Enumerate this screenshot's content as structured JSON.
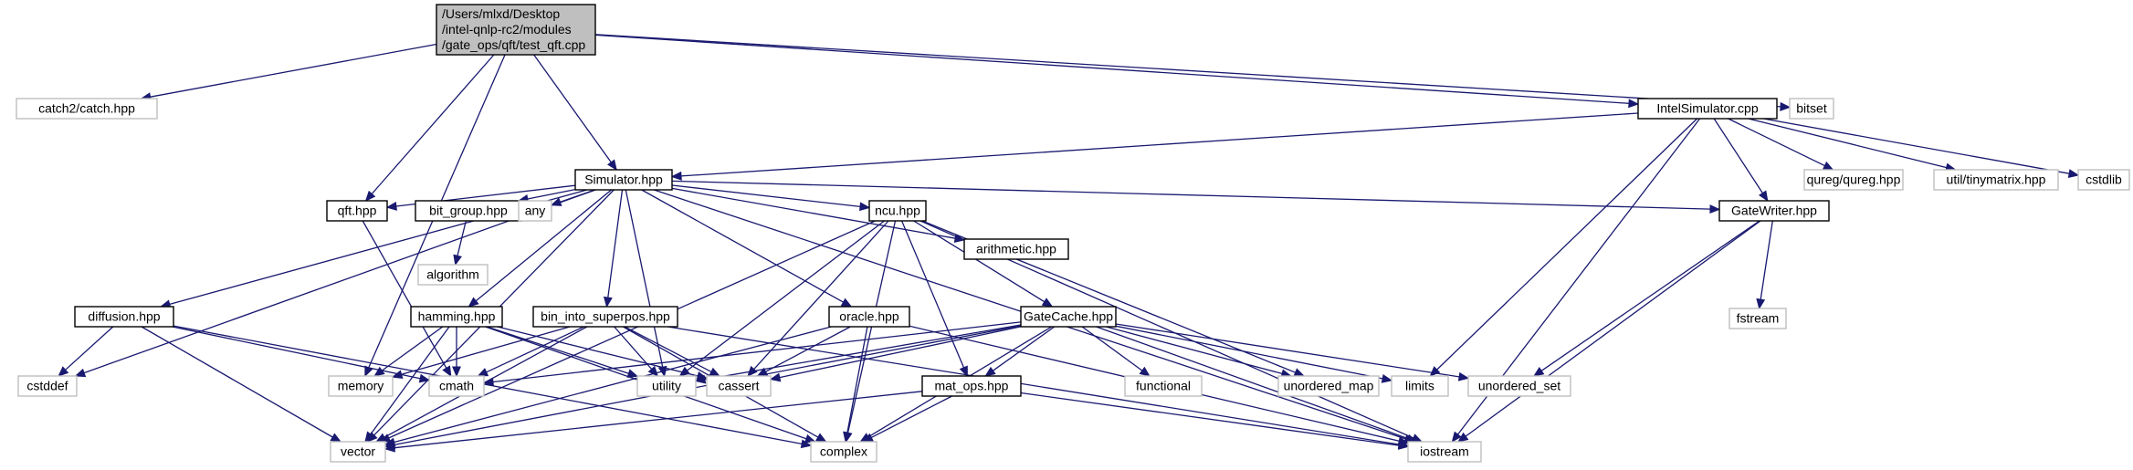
{
  "diagram": {
    "nodes": [
      {
        "id": "root",
        "lines": [
          "/Users/mlxd/Desktop",
          "/intel-qnlp-rc2/modules",
          "/gate_ops/qft/test_qft.cpp"
        ],
        "kind": "root"
      },
      {
        "id": "catch",
        "lines": [
          "catch2/catch.hpp"
        ],
        "kind": "system"
      },
      {
        "id": "bitset",
        "lines": [
          "bitset"
        ],
        "kind": "system"
      },
      {
        "id": "intelsim",
        "lines": [
          "IntelSimulator.cpp"
        ],
        "kind": "local"
      },
      {
        "id": "simulator",
        "lines": [
          "Simulator.hpp"
        ],
        "kind": "local"
      },
      {
        "id": "qureg",
        "lines": [
          "qureg/qureg.hpp"
        ],
        "kind": "system"
      },
      {
        "id": "tinymatrix",
        "lines": [
          "util/tinymatrix.hpp"
        ],
        "kind": "system"
      },
      {
        "id": "cstdlib",
        "lines": [
          "cstdlib"
        ],
        "kind": "system"
      },
      {
        "id": "qft",
        "lines": [
          "qft.hpp"
        ],
        "kind": "local"
      },
      {
        "id": "bitgroup",
        "lines": [
          "bit_group.hpp"
        ],
        "kind": "local"
      },
      {
        "id": "any",
        "lines": [
          "any"
        ],
        "kind": "system"
      },
      {
        "id": "ncu",
        "lines": [
          "ncu.hpp"
        ],
        "kind": "local"
      },
      {
        "id": "arithmetic",
        "lines": [
          "arithmetic.hpp"
        ],
        "kind": "local"
      },
      {
        "id": "gatewriter",
        "lines": [
          "GateWriter.hpp"
        ],
        "kind": "local"
      },
      {
        "id": "algorithm",
        "lines": [
          "algorithm"
        ],
        "kind": "system"
      },
      {
        "id": "fstream",
        "lines": [
          "fstream"
        ],
        "kind": "system"
      },
      {
        "id": "diffusion",
        "lines": [
          "diffusion.hpp"
        ],
        "kind": "local"
      },
      {
        "id": "hamming",
        "lines": [
          "hamming.hpp"
        ],
        "kind": "local"
      },
      {
        "id": "binsuper",
        "lines": [
          "bin_into_superpos.hpp"
        ],
        "kind": "local"
      },
      {
        "id": "oracle",
        "lines": [
          "oracle.hpp"
        ],
        "kind": "local"
      },
      {
        "id": "gatecache",
        "lines": [
          "GateCache.hpp"
        ],
        "kind": "local"
      },
      {
        "id": "cstddef",
        "lines": [
          "cstddef"
        ],
        "kind": "system"
      },
      {
        "id": "memory",
        "lines": [
          "memory"
        ],
        "kind": "system"
      },
      {
        "id": "cmath",
        "lines": [
          "cmath"
        ],
        "kind": "system"
      },
      {
        "id": "utility",
        "lines": [
          "utility"
        ],
        "kind": "system"
      },
      {
        "id": "cassert",
        "lines": [
          "cassert"
        ],
        "kind": "system"
      },
      {
        "id": "functional",
        "lines": [
          "functional"
        ],
        "kind": "system"
      },
      {
        "id": "unordered_map",
        "lines": [
          "unordered_map"
        ],
        "kind": "system"
      },
      {
        "id": "limits",
        "lines": [
          "limits"
        ],
        "kind": "system"
      },
      {
        "id": "unordered_set",
        "lines": [
          "unordered_set"
        ],
        "kind": "system"
      },
      {
        "id": "matops",
        "lines": [
          "mat_ops.hpp"
        ],
        "kind": "local"
      },
      {
        "id": "vector",
        "lines": [
          "vector"
        ],
        "kind": "system"
      },
      {
        "id": "complex",
        "lines": [
          "complex"
        ],
        "kind": "system"
      },
      {
        "id": "iostream",
        "lines": [
          "iostream"
        ],
        "kind": "system"
      }
    ],
    "edges": [
      [
        "root",
        "catch"
      ],
      [
        "root",
        "bitset"
      ],
      [
        "root",
        "intelsim"
      ],
      [
        "root",
        "simulator"
      ],
      [
        "root",
        "qft"
      ],
      [
        "root",
        "memory"
      ],
      [
        "intelsim",
        "simulator"
      ],
      [
        "intelsim",
        "qureg"
      ],
      [
        "intelsim",
        "tinymatrix"
      ],
      [
        "intelsim",
        "cstdlib"
      ],
      [
        "intelsim",
        "gatewriter"
      ],
      [
        "intelsim",
        "limits"
      ],
      [
        "intelsim",
        "iostream"
      ],
      [
        "simulator",
        "qft"
      ],
      [
        "simulator",
        "bitgroup"
      ],
      [
        "simulator",
        "any"
      ],
      [
        "simulator",
        "ncu"
      ],
      [
        "simulator",
        "arithmetic"
      ],
      [
        "simulator",
        "gatewriter"
      ],
      [
        "simulator",
        "diffusion"
      ],
      [
        "simulator",
        "hamming"
      ],
      [
        "simulator",
        "binsuper"
      ],
      [
        "simulator",
        "oracle"
      ],
      [
        "simulator",
        "cstddef"
      ],
      [
        "simulator",
        "utility"
      ],
      [
        "simulator",
        "vector"
      ],
      [
        "simulator",
        "iostream"
      ],
      [
        "qft",
        "cmath"
      ],
      [
        "bitgroup",
        "algorithm"
      ],
      [
        "ncu",
        "gatecache"
      ],
      [
        "ncu",
        "matops"
      ],
      [
        "ncu",
        "utility"
      ],
      [
        "ncu",
        "cassert"
      ],
      [
        "ncu",
        "unordered_map"
      ],
      [
        "ncu",
        "vector"
      ],
      [
        "ncu",
        "complex"
      ],
      [
        "ncu",
        "iostream"
      ],
      [
        "gatewriter",
        "fstream"
      ],
      [
        "gatewriter",
        "unordered_set"
      ],
      [
        "gatewriter",
        "iostream"
      ],
      [
        "diffusion",
        "cstddef"
      ],
      [
        "diffusion",
        "cmath"
      ],
      [
        "diffusion",
        "vector"
      ],
      [
        "diffusion",
        "complex"
      ],
      [
        "hamming",
        "memory"
      ],
      [
        "hamming",
        "cmath"
      ],
      [
        "hamming",
        "utility"
      ],
      [
        "hamming",
        "cassert"
      ],
      [
        "hamming",
        "vector"
      ],
      [
        "hamming",
        "complex"
      ],
      [
        "binsuper",
        "memory"
      ],
      [
        "binsuper",
        "cmath"
      ],
      [
        "binsuper",
        "utility"
      ],
      [
        "binsuper",
        "cassert"
      ],
      [
        "binsuper",
        "vector"
      ],
      [
        "binsuper",
        "complex"
      ],
      [
        "binsuper",
        "iostream"
      ],
      [
        "oracle",
        "cassert"
      ],
      [
        "oracle",
        "complex"
      ],
      [
        "oracle",
        "vector"
      ],
      [
        "oracle",
        "iostream"
      ],
      [
        "gatecache",
        "cmath"
      ],
      [
        "gatecache",
        "utility"
      ],
      [
        "gatecache",
        "cassert"
      ],
      [
        "gatecache",
        "functional"
      ],
      [
        "gatecache",
        "unordered_map"
      ],
      [
        "gatecache",
        "limits"
      ],
      [
        "gatecache",
        "unordered_set"
      ],
      [
        "gatecache",
        "matops"
      ],
      [
        "gatecache",
        "vector"
      ],
      [
        "gatecache",
        "complex"
      ],
      [
        "gatecache",
        "iostream"
      ],
      [
        "matops",
        "vector"
      ],
      [
        "matops",
        "complex"
      ],
      [
        "matops",
        "iostream"
      ]
    ]
  }
}
